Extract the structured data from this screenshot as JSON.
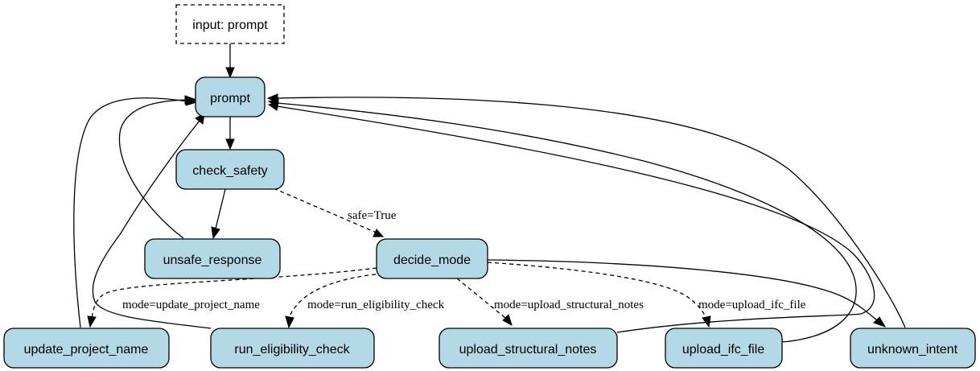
{
  "nodes": {
    "input": "input: prompt",
    "prompt": "prompt",
    "check_safety": "check_safety",
    "unsafe_response": "unsafe_response",
    "decide_mode": "decide_mode",
    "update_project_name": "update_project_name",
    "run_eligibility_check": "run_eligibility_check",
    "upload_structural_notes": "upload_structural_notes",
    "upload_ifc_file": "upload_ifc_file",
    "unknown_intent": "unknown_intent"
  },
  "edge_labels": {
    "safe": "safe=True",
    "update_project_name": "mode=update_project_name",
    "run_eligibility_check": "mode=run_eligibility_check",
    "upload_structural_notes": "mode=upload_structural_notes",
    "upload_ifc_file": "mode=upload_ifc_file"
  },
  "colors": {
    "node_fill": "#b3d9e6",
    "stroke": "#000000"
  }
}
